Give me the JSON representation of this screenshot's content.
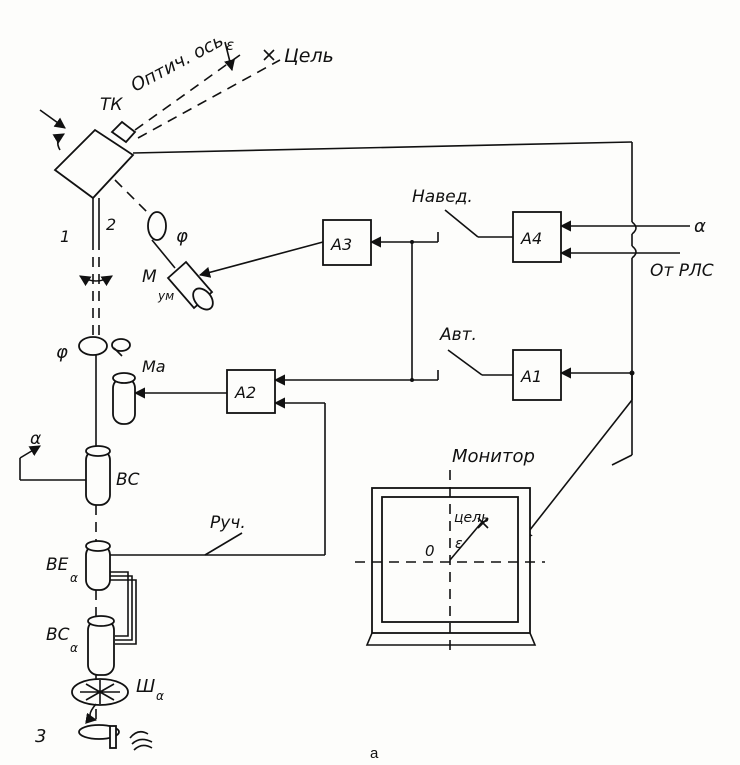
{
  "labels": {
    "tk": "ТК",
    "optical_axis": "Оптич. ось",
    "epsilon": "ε",
    "target": "Цель",
    "one": "1",
    "two": "2",
    "phi": "φ",
    "m_um": "М",
    "m_um_sub": "ум",
    "phi2": "φ",
    "ma": "Ма",
    "alpha_in": "α",
    "bc": "ВС",
    "be_alpha": "ВЕ",
    "be_alpha_sub": "α",
    "bc_alpha": "ВС",
    "bc_alpha_sub": "α",
    "sh_alpha": "Ш",
    "sh_alpha_sub": "α",
    "three": "3",
    "a3": "А3",
    "a4": "А4",
    "a2": "А2",
    "a1": "А1",
    "naved": "Навед.",
    "avt": "Авт.",
    "ruch": "Руч.",
    "alpha_right": "α",
    "ot_pls": "От РЛС",
    "monitor": "Монитор",
    "monitor_target": "цель",
    "monitor_zero": "0",
    "monitor_eps": "ε",
    "caption": "а"
  }
}
